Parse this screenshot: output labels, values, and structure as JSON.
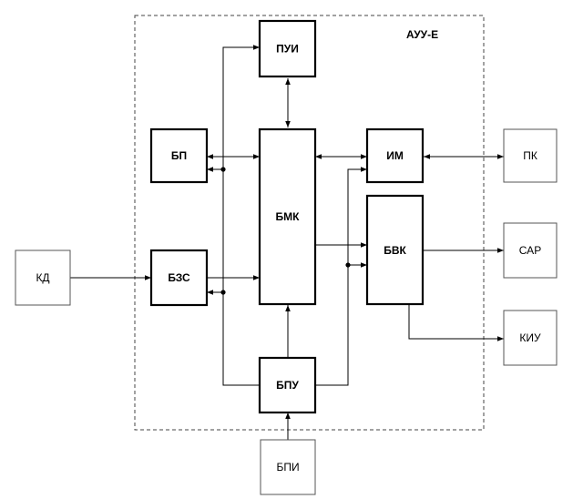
{
  "boundary_label": "АУУ-Е",
  "blocks": {
    "pui": "ПУИ",
    "bp": "БП",
    "bmk": "БМК",
    "im": "ИМ",
    "pk": "ПК",
    "kd": "КД",
    "bzs": "БЗС",
    "bvk": "БВК",
    "sar": "САР",
    "kiu": "КИУ",
    "bpu": "БПУ",
    "bpi": "БПИ"
  }
}
